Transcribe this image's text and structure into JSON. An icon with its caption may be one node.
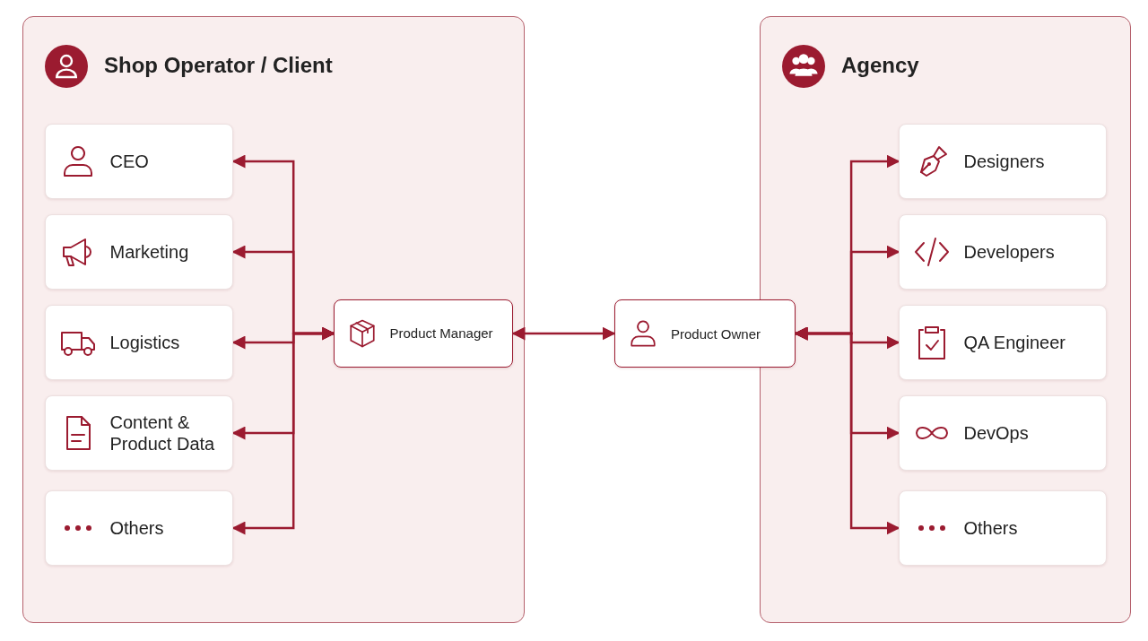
{
  "diagram": {
    "nodes": [
      {
        "text": [
          "Shop Operator / Client"
        ]
      },
      {
        "text": [
          "CEO"
        ],
        "in": 0
      },
      {
        "text": [
          "Marketing"
        ],
        "in": 0
      },
      {
        "text": [
          "Logistics"
        ],
        "in": 0
      },
      {
        "text": [
          "Content & Product Data"
        ],
        "in": 0
      },
      {
        "text": [
          "Others"
        ],
        "in": 0
      },
      {
        "text": [
          "Product Manager"
        ],
        "in": 0
      },
      {
        "text": [
          "Product Owner"
        ]
      },
      {
        "text": [
          "Agency"
        ]
      },
      {
        "text": [
          "Designers"
        ],
        "in": 8
      },
      {
        "text": [
          "Developers"
        ],
        "in": 8
      },
      {
        "text": [
          "QA Engineer"
        ],
        "in": 8
      },
      {
        "text": [
          "DevOps"
        ],
        "in": 8
      },
      {
        "text": [
          "Others"
        ],
        "in": 8
      }
    ],
    "edges": [
      {
        "from": 6,
        "to": 1,
        "arrow": "both"
      },
      {
        "from": 6,
        "to": 2,
        "arrow": "both"
      },
      {
        "from": 6,
        "to": 3,
        "arrow": "both"
      },
      {
        "from": 6,
        "to": 4,
        "arrow": "both"
      },
      {
        "from": 6,
        "to": 5,
        "arrow": "both"
      },
      {
        "from": 6,
        "to": 7,
        "arrow": "both"
      },
      {
        "from": 7,
        "to": 9,
        "arrow": "both"
      },
      {
        "from": 7,
        "to": 10,
        "arrow": "both"
      },
      {
        "from": 7,
        "to": 11,
        "arrow": "both"
      },
      {
        "from": 7,
        "to": 12,
        "arrow": "both"
      },
      {
        "from": 7,
        "to": 13,
        "arrow": "both"
      }
    ]
  }
}
